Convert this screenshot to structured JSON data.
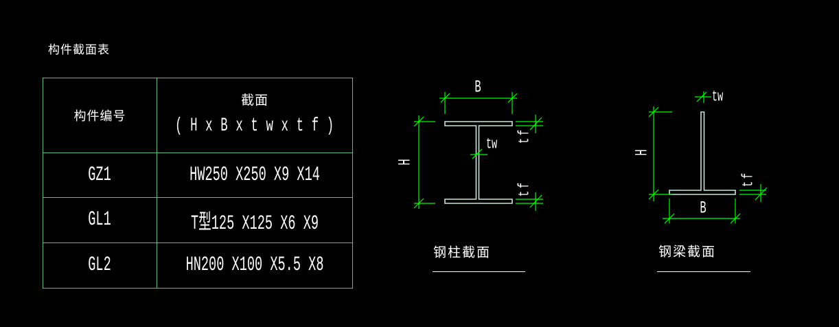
{
  "title": "构件截面表",
  "colors": {
    "background": "#000000",
    "table_line": "#5cbd86",
    "dimension_line": "#00ff00",
    "section_line": "#c9e6dc",
    "text": "#ffffff"
  },
  "table": {
    "header": {
      "member_col": "构件编号",
      "section_col_title": "截面",
      "section_col_subtitle": "( H x B x t w x t f )"
    },
    "rows": [
      {
        "id": "GZ1",
        "section": "HW250 X250 X9 X14"
      },
      {
        "id": "GL1",
        "section": "T型125 X125 X6 X9"
      },
      {
        "id": "GL2",
        "section": "HN200 X100 X5.5 X8"
      }
    ]
  },
  "column_diagram": {
    "caption": "钢柱截面",
    "labels": {
      "B": "B",
      "H": "H",
      "tw": "tw",
      "tf_top": "tf",
      "tf_bottom": "tf"
    }
  },
  "beam_diagram": {
    "caption": "钢梁截面",
    "labels": {
      "B": "B",
      "H": "H",
      "tw": "tw",
      "tf": "tf"
    }
  }
}
